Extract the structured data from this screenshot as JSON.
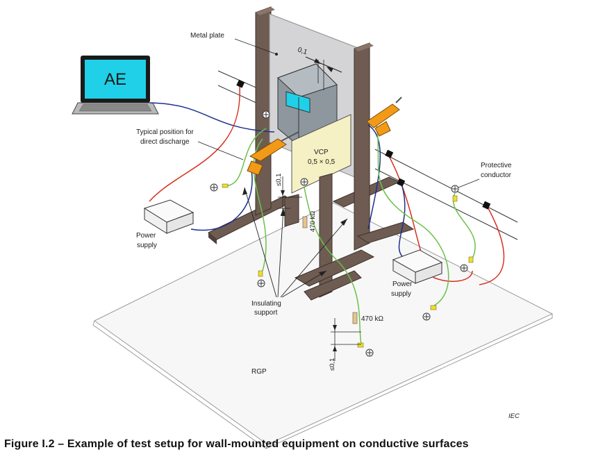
{
  "labels": {
    "metal_plate": "Metal plate",
    "dim_top": "0,1",
    "ae": "AE",
    "typical_position_l1": "Typical position for",
    "typical_position_l2": "direct discharge",
    "vcp_l1": "VCP",
    "vcp_l2": "0,5 × 0,5",
    "dim_vcp": "≤0,1",
    "resistor_vcp": "470 kΩ",
    "power_supply_left_l1": "Power",
    "power_supply_left_l2": "supply",
    "protective_l1": "Protective",
    "protective_l2": "conductor",
    "power_supply_right_l1": "Power",
    "power_supply_right_l2": "supply",
    "insulating_l1": "Insulating",
    "insulating_l2": "support",
    "resistor_rgp": "470 kΩ",
    "dim_rgp": "≤0,1",
    "rgp": "RGP",
    "iec": "IEC"
  },
  "caption": "Figure I.2 – Example of test setup for wall-mounted equipment on conductive surfaces",
  "colors": {
    "support": "#6e5c52",
    "support_dark": "#4f4039",
    "plate": "#d4d4d6",
    "eut": "#8e979e",
    "screen": "#1fd0e8",
    "vcp": "#f6f1c4",
    "gun": "#f29a17",
    "red_cable": "#d6301f",
    "blue_cable": "#1c2e8c",
    "green_cable": "#6cc04a"
  }
}
